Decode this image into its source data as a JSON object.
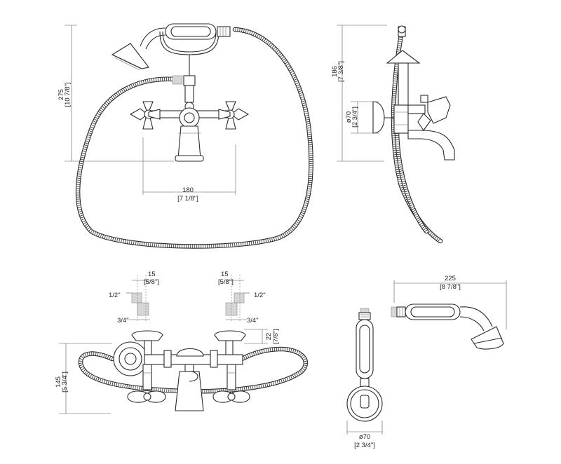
{
  "front_view": {
    "height_mm": "275",
    "height_in": "[10 7/8\"]",
    "centers_mm": "180",
    "centers_in": "[7 1/8\"]"
  },
  "side_view": {
    "height_mm": "186",
    "height_in": "[7 3/8\"]",
    "dia_mm": "ø70",
    "dia_in": "[2 3/4\"]"
  },
  "top_view": {
    "left_inlet_mm": "15",
    "left_inlet_in": "[5/8\"]",
    "right_inlet_mm": "15",
    "right_inlet_in": "[5/8\"]",
    "left_thread_top": "1/2\"",
    "right_thread_top": "1/2\"",
    "left_thread_bottom": "3/4\"",
    "right_thread_bottom": "3/4\"",
    "depth_mm": "145",
    "depth_in": "[5 3/4\"]",
    "cup_mm": "22",
    "cup_in": "[7/8\"]"
  },
  "handshower_front": {
    "dia_mm": "ø70",
    "dia_in": "[2 3/4\"]"
  },
  "handshower_side": {
    "length_mm": "225",
    "length_in": "[8 7/8\"]"
  }
}
